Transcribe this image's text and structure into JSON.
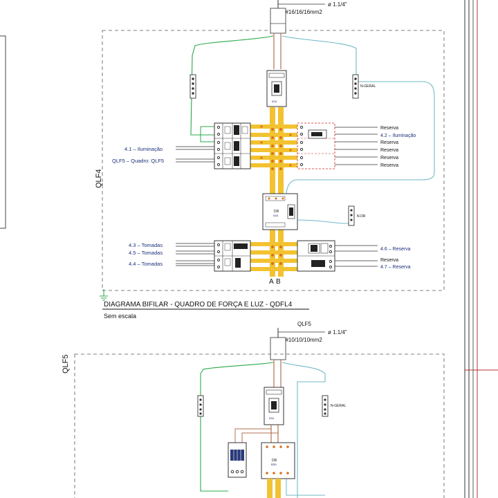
{
  "qdfl4": {
    "feed_conduit": "ø 1.1/4\"",
    "feed_cable": "2#16/16/16mm2",
    "panel_side_label": "QLF4",
    "ground_bar_label": "N-GERAL",
    "dr_ground_label": "N-DR",
    "main_breaker": "63A",
    "dr_device": "DR",
    "dr_rating": "63A",
    "bus_phase_a": "A",
    "bus_phase_b": "B",
    "left_circuits": [
      {
        "id": "4.1",
        "desc": "Iluminação"
      },
      {
        "id": "QLF5",
        "desc": "Quadro: QLF5"
      },
      {
        "id": "4.3",
        "desc": "Tomadas"
      },
      {
        "id": "4.5",
        "desc": "Tomadas"
      },
      {
        "id": "4.4",
        "desc": "Tomadas"
      }
    ],
    "right_circuits_top": [
      "Reserva",
      "4.2 – Iluminação",
      "Reserva",
      "Reserva",
      "Reserva",
      "Reserva"
    ],
    "right_circuits_bottom": [
      "4.6 – Reserva",
      "Reserva",
      "4.7 – Reserva"
    ],
    "title": "DIAGRAMA BIFILAR - QUADRO DE FORÇA E LUZ - QDFL4",
    "subtitle": "Sem escala"
  },
  "qlf5": {
    "feed_label": "QLF5",
    "feed_conduit": "ø 1.1/4\"",
    "feed_cable": "2#10/10/10mm2",
    "panel_side_label": "QLF5",
    "ground_bar_label": "N-GERAL",
    "main_breaker": "63A",
    "dr_device": "DR",
    "dr_rating": "63A"
  },
  "colors": {
    "busbar": "#f2c230",
    "busbar_dot": "#d9701e",
    "ground_wire": "#2aa84a",
    "neutral_wire": "#6fb8c8",
    "phase_wire": "#b07050",
    "reserve_dashed": "#cc2222",
    "label_blue": "#1a2d7a"
  }
}
